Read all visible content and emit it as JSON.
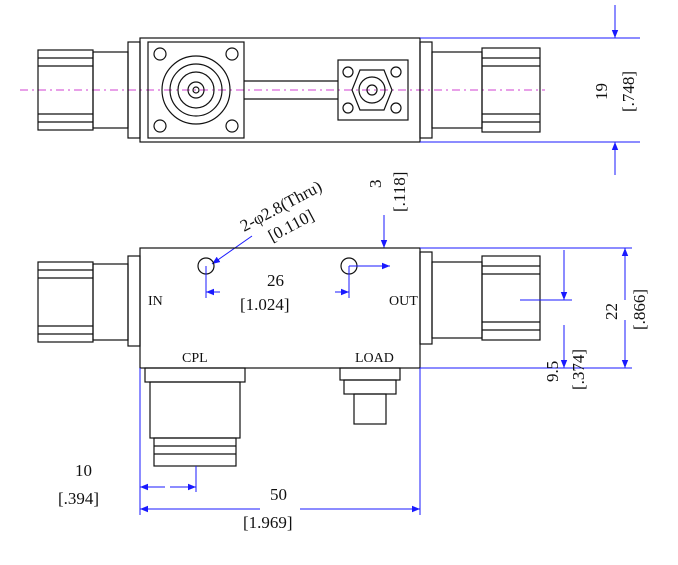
{
  "labels": {
    "in": "IN",
    "out": "OUT",
    "cpl": "CPL",
    "load": "LOAD"
  },
  "dimensions": {
    "height_top_mm": "19",
    "height_top_in": "[.748]",
    "hole_label_1": "2-φ2.8(Thru)",
    "hole_label_2": "[0.110]",
    "hole_offset_mm": "3",
    "hole_offset_in": "[.118]",
    "hole_spacing_mm": "26",
    "hole_spacing_in": "[1.024]",
    "height_side_mm": "22",
    "height_side_in": "[.866]",
    "port_offset_mm": "9.5",
    "port_offset_in": "[.374]",
    "cpl_offset_mm": "10",
    "cpl_offset_in": "[.394]",
    "length_mm": "50",
    "length_in": "[1.969]"
  },
  "colors": {
    "outline": "#111111",
    "dimension": "#1a1aff",
    "centerline": "#d040d0"
  }
}
